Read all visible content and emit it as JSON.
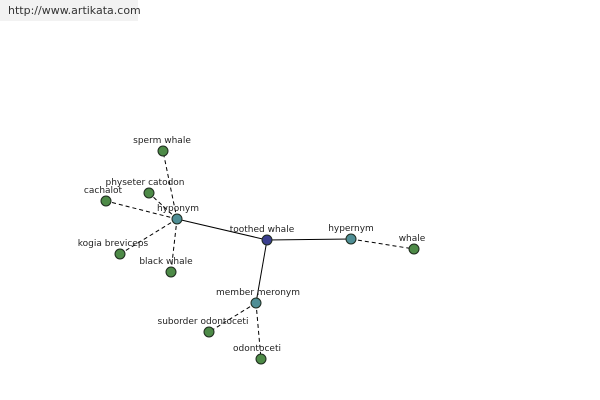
{
  "header": {
    "url_text": "http://www.artikata.com"
  },
  "colors": {
    "center_node": "#3b3f8f",
    "relation_node": "#4f8e95",
    "word_node": "#4d8a47",
    "node_stroke": "#1e2a1e",
    "edge": "#000000"
  },
  "graph": {
    "nodes": {
      "center": {
        "label": "toothed whale",
        "kind": "center"
      },
      "hyponym": {
        "label": "hyponym",
        "kind": "relation"
      },
      "hypernym": {
        "label": "hypernym",
        "kind": "relation"
      },
      "member_meronym": {
        "label": "member meronym",
        "kind": "relation"
      },
      "sperm_whale": {
        "label": "sperm whale",
        "kind": "word"
      },
      "physeter_catodon": {
        "label": "physeter catodon",
        "kind": "word"
      },
      "cachalot": {
        "label": "cachalot",
        "kind": "word"
      },
      "kogia_breviceps": {
        "label": "kogia breviceps",
        "kind": "word"
      },
      "black_whale": {
        "label": "black whale",
        "kind": "word"
      },
      "whale": {
        "label": "whale",
        "kind": "word"
      },
      "suborder_odontoceti": {
        "label": "suborder odontoceti",
        "kind": "word"
      },
      "odontoceti": {
        "label": "odontoceti",
        "kind": "word"
      }
    },
    "edges": [
      {
        "from": "center",
        "to": "hyponym",
        "style": "solid"
      },
      {
        "from": "center",
        "to": "hypernym",
        "style": "solid"
      },
      {
        "from": "center",
        "to": "member_meronym",
        "style": "solid"
      },
      {
        "from": "hyponym",
        "to": "sperm_whale",
        "style": "dashed"
      },
      {
        "from": "hyponym",
        "to": "physeter_catodon",
        "style": "dashed"
      },
      {
        "from": "hyponym",
        "to": "cachalot",
        "style": "dashed"
      },
      {
        "from": "hyponym",
        "to": "kogia_breviceps",
        "style": "dashed"
      },
      {
        "from": "hyponym",
        "to": "black_whale",
        "style": "dashed"
      },
      {
        "from": "hypernym",
        "to": "whale",
        "style": "dashed"
      },
      {
        "from": "member_meronym",
        "to": "suborder_odontoceti",
        "style": "dashed"
      },
      {
        "from": "member_meronym",
        "to": "odontoceti",
        "style": "dashed"
      }
    ]
  }
}
